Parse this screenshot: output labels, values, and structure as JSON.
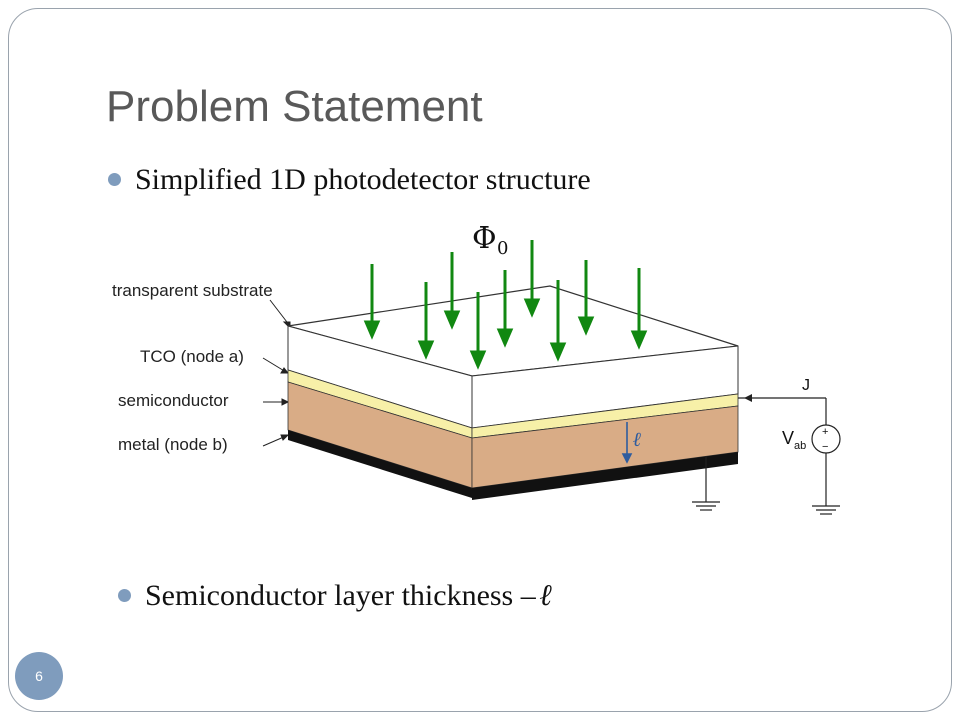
{
  "slide": {
    "title": "Problem Statement",
    "bullet_1": "Simplified 1D photodetector structure",
    "bullet_2": "Semiconductor layer thickness –",
    "bullet_2_symbol": "ℓ",
    "page_number": "6"
  },
  "diagram": {
    "flux_symbol": "Φ",
    "flux_subscript": "0",
    "labels": {
      "substrate": "transparent substrate",
      "tco": "TCO (node a)",
      "semiconductor": "semiconductor",
      "metal": "metal (node b)"
    },
    "thickness_symbol": "ℓ",
    "current_label": "J",
    "voltage_label": "V",
    "voltage_subscript": "ab",
    "source_plus": "+",
    "source_minus": "−",
    "colors": {
      "arrows": "#118811",
      "tco": "#f7f0a8",
      "semiconductor": "#d9ac86",
      "metal": "#111111",
      "bullet": "#7f9cbd"
    }
  }
}
